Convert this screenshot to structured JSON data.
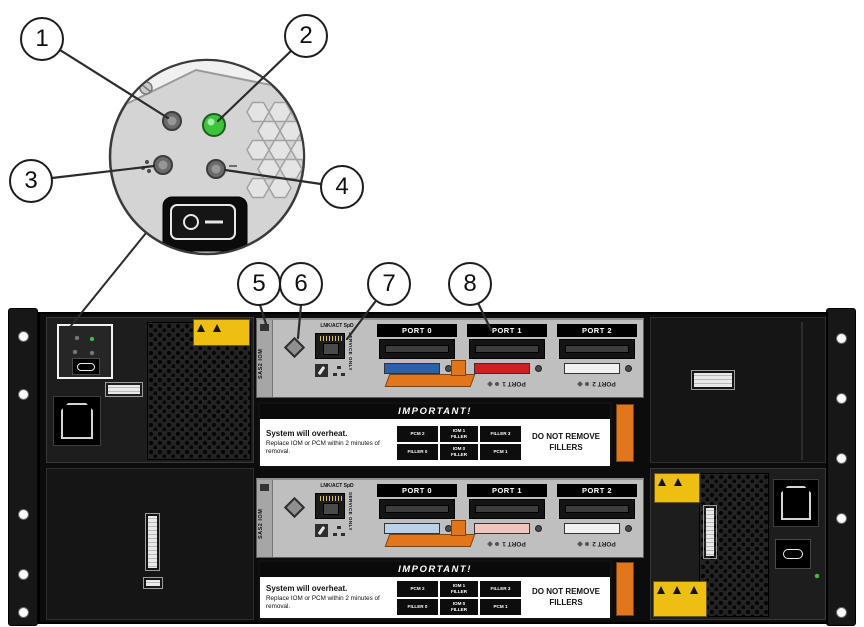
{
  "callouts": [
    "1",
    "2",
    "3",
    "4",
    "5",
    "6",
    "7",
    "8"
  ],
  "iom": {
    "module_label": "SAS2 IOM",
    "eth_label": "LNK/ACT SpD",
    "service_label": "SERVICE ONLY",
    "ports": [
      "PORT 0",
      "PORT 1",
      "PORT 2"
    ]
  },
  "warning_strip": {
    "header": "IMPORTANT!",
    "warning_bold": "System will overheat.",
    "warning_text": "Replace IOM or PCM within 2 minutes of removal.",
    "do_not_text": "DO NOT REMOVE FILLERS",
    "slots": [
      {
        "line1": "PCM 2",
        "line2": ""
      },
      {
        "line1": "IOM 1",
        "line2": "FILLER"
      },
      {
        "line1": "FILLER 3",
        "line2": ""
      },
      {
        "line1": "FILLER 0",
        "line2": ""
      },
      {
        "line1": "IOM 0",
        "line2": "FILLER"
      },
      {
        "line1": "PCM 1",
        "line2": ""
      }
    ]
  },
  "colors": {
    "latch_orange": "#e2761c",
    "led_green": "#3cc43c",
    "warning_yellow": "#eebe12",
    "port_tabs_iom1": [
      "#2a62aa",
      "#cf2020",
      "#f2f2f2"
    ],
    "port_tabs_iom0": [
      "#b9d2ea",
      "#f2c4bb",
      "#f2f2f2"
    ]
  }
}
